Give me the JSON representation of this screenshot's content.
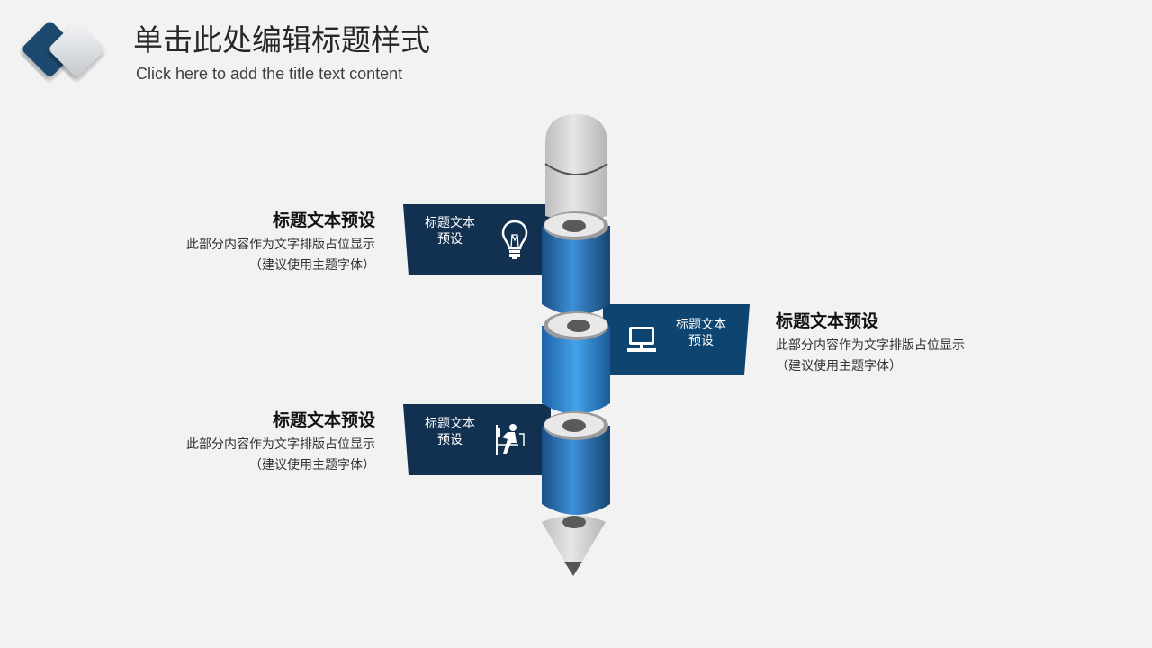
{
  "header": {
    "title": "单击此处编辑标题样式",
    "subtitle": "Click here to add the title text content"
  },
  "items": [
    {
      "ribbon_line1": "标题文本",
      "ribbon_line2": "预设",
      "icon": "lightbulb-icon",
      "title": "标题文本预设",
      "desc_line1": "此部分内容作为文字排版占位显示",
      "desc_line2": "（建议使用主题字体）"
    },
    {
      "ribbon_line1": "标题文本",
      "ribbon_line2": "预设",
      "icon": "computer-icon",
      "title": "标题文本预设",
      "desc_line1": "此部分内容作为文字排版占位显示",
      "desc_line2": "（建议使用主题字体）"
    },
    {
      "ribbon_line1": "标题文本",
      "ribbon_line2": "预设",
      "icon": "person-at-desk-icon",
      "title": "标题文本预设",
      "desc_line1": "此部分内容作为文字排版占位显示",
      "desc_line2": "（建议使用主题字体）"
    }
  ],
  "colors": {
    "ribbon_dark": "#12304f",
    "ribbon_mid": "#0d4470",
    "blue": "#3b8fd6",
    "logo": "#1f4a70"
  }
}
